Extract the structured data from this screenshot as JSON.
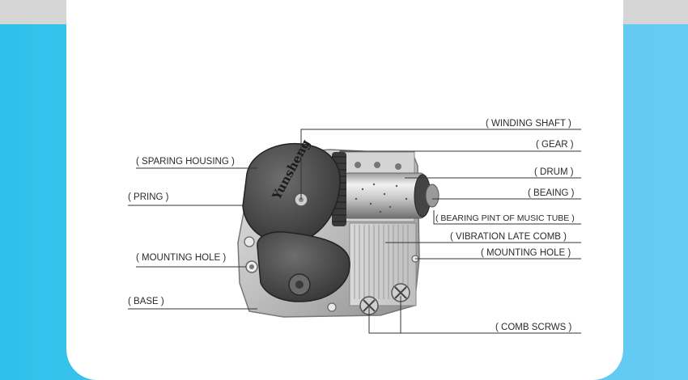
{
  "brand_engraving": "Yunsheng",
  "labels": {
    "winding_shaft": "( WINDING SHAFT )",
    "gear": "( GEAR )",
    "drum": "( DRUM )",
    "bearing": "( BEAING )",
    "bearing_point": "( BEARING PINT OF MUSIC TUBE )",
    "vibration_comb": "( VIBRATION LATE COMB )",
    "mounting_hole_right": "( MOUNTING HOLE )",
    "comb_screws": "( COMB SCRWS )",
    "spring_housing": "( SPARING HOUSING )",
    "spring": "( PRING )",
    "mounting_hole_left": "( MOUNTING HOLE )",
    "base": "( BASE )"
  },
  "colors": {
    "background_left": "#2ec1ea",
    "background_right": "#67caf4",
    "card": "#ffffff",
    "top_strip": "#d6d6d6",
    "leader_line": "#333333"
  }
}
